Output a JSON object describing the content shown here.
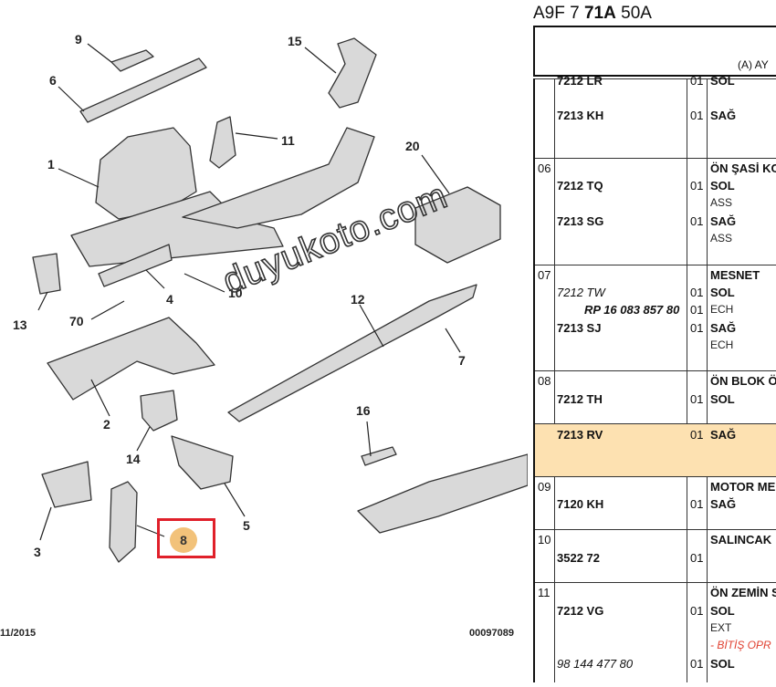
{
  "diagram": {
    "callouts": [
      {
        "id": "c1",
        "label": "1"
      },
      {
        "id": "c2",
        "label": "2"
      },
      {
        "id": "c3",
        "label": "3"
      },
      {
        "id": "c4",
        "label": "4"
      },
      {
        "id": "c5",
        "label": "5"
      },
      {
        "id": "c6",
        "label": "6"
      },
      {
        "id": "c7",
        "label": "7"
      },
      {
        "id": "c8",
        "label": "8"
      },
      {
        "id": "c9",
        "label": "9"
      },
      {
        "id": "c10",
        "label": "10"
      },
      {
        "id": "c11",
        "label": "11"
      },
      {
        "id": "c12",
        "label": "12"
      },
      {
        "id": "c13",
        "label": "13"
      },
      {
        "id": "c14",
        "label": "14"
      },
      {
        "id": "c15",
        "label": "15"
      },
      {
        "id": "c16",
        "label": "16"
      },
      {
        "id": "c20",
        "label": "20"
      },
      {
        "id": "c70",
        "label": "70"
      }
    ],
    "highlighted_callout": "8",
    "date": "11/2015",
    "code": "00097089",
    "watermark": "duyukoto.com",
    "highlight_color": "#e0202a"
  },
  "panel": {
    "title_prefix": "A9F 7 ",
    "title_bold": "71A",
    "title_suffix": " 50A",
    "header_sub": "(A) AY",
    "rows": [
      {
        "num": "",
        "lines": [
          {
            "ref": "7212 LR",
            "qty": "01",
            "desc": "SOL",
            "clip": true
          },
          {
            "ref": "7213 KH",
            "qty": "01",
            "desc": "SAĞ"
          }
        ]
      },
      {
        "num": "06",
        "title": "ÖN ŞASİ KC",
        "lines": [
          {
            "ref": "7212 TQ",
            "qty": "01",
            "desc": "SOL",
            "note": "ASS"
          },
          {
            "ref": "7213 SG",
            "qty": "01",
            "desc": "SAĞ",
            "note": "ASS"
          }
        ]
      },
      {
        "num": "07",
        "title": "MESNET",
        "lines": [
          {
            "ref": "7212 TW",
            "qty": "01",
            "desc": "SOL",
            "italic": true
          },
          {
            "ref": "RP 16 083 857 80",
            "qty": "01",
            "desc": "ECH",
            "italic": true
          },
          {
            "ref": "7213 SJ",
            "qty": "01",
            "desc": "SAĞ",
            "note": "ECH"
          }
        ]
      },
      {
        "num": "08",
        "title": "ÖN BLOK Ö",
        "lines": [
          {
            "ref": "7212 TH",
            "qty": "01",
            "desc": "SOL"
          }
        ]
      },
      {
        "num": "",
        "highlight": true,
        "lines": [
          {
            "ref": "7213 RV",
            "qty": "01",
            "desc": "SAĞ"
          }
        ]
      },
      {
        "num": "09",
        "title": "MOTOR ME",
        "lines": [
          {
            "ref": "7120 KH",
            "qty": "01",
            "desc": "SAĞ"
          }
        ]
      },
      {
        "num": "10",
        "title": "SALINCAK",
        "lines": [
          {
            "ref": "3522 72",
            "qty": "01",
            "desc": ""
          }
        ]
      },
      {
        "num": "11",
        "title": "ÖN ZEMİN S",
        "lines": [
          {
            "ref": "7212 VG",
            "qty": "01",
            "desc": "SOL",
            "note": "EXT",
            "remark": "- BİTİŞ OPR"
          },
          {
            "ref": "98 144 477 80",
            "qty": "01",
            "desc": "SOL",
            "italic": true
          }
        ]
      }
    ],
    "highlight_bg": "#fde1b1"
  }
}
